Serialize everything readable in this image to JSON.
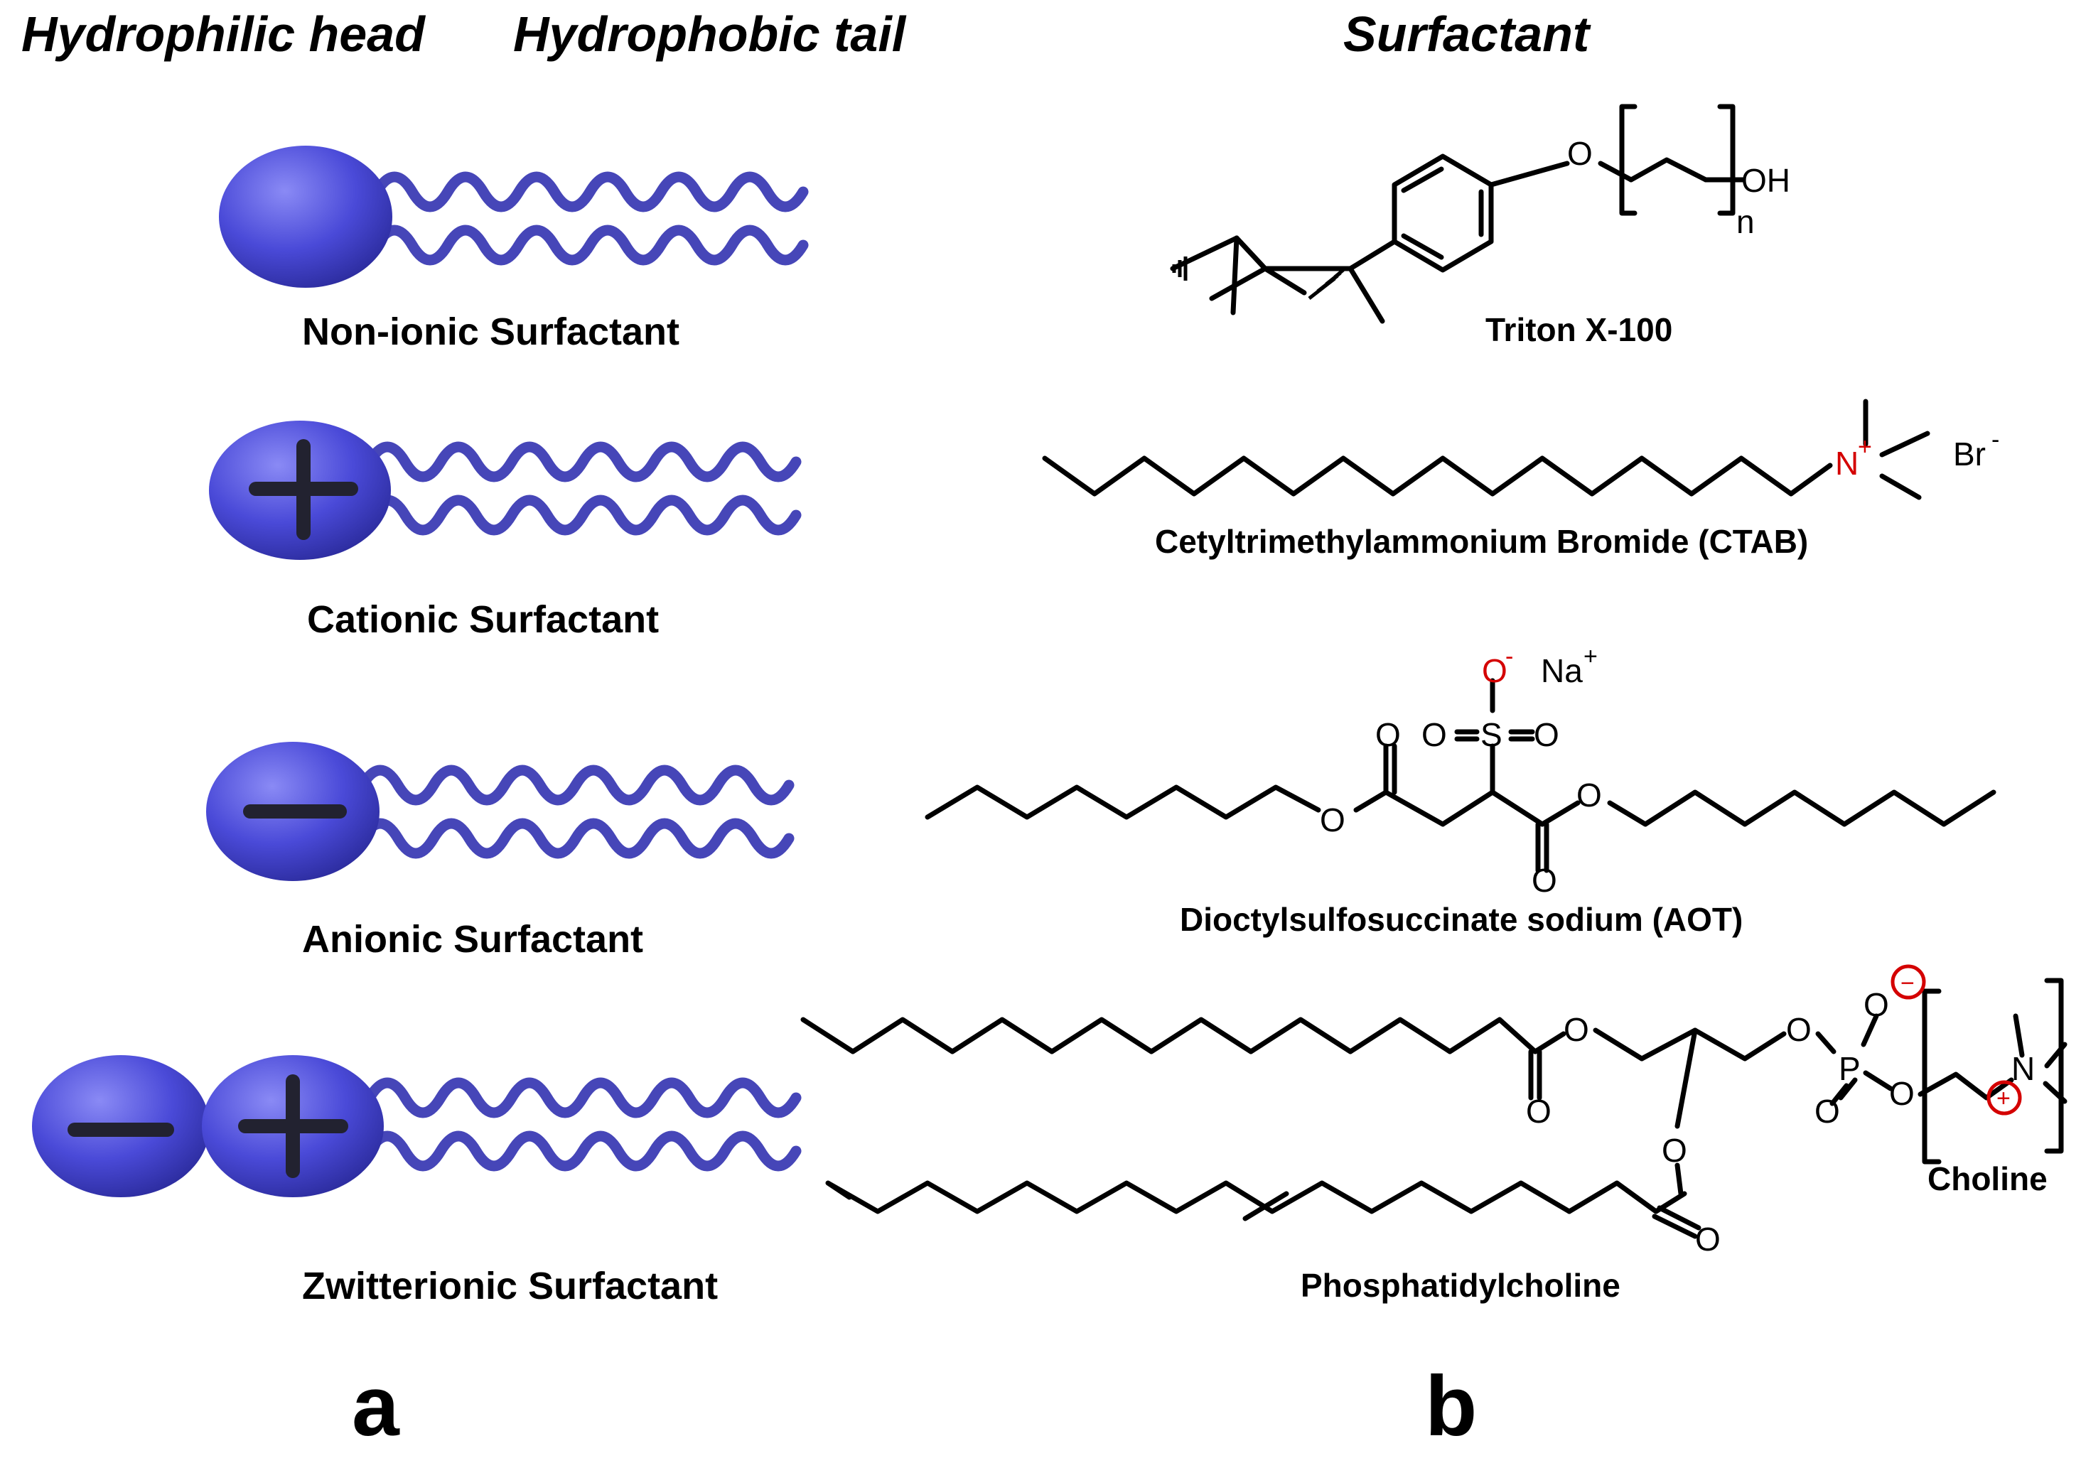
{
  "headers": {
    "head": "Hydrophilic head",
    "tail": "Hydrophobic tail",
    "surfactant": "Surfactant"
  },
  "panels": {
    "a": "a",
    "b": "b"
  },
  "surfactant_types": [
    {
      "caption": "Non-ionic Surfactant",
      "head_signs": []
    },
    {
      "caption": "Cationic Surfactant",
      "head_signs": [
        "+"
      ]
    },
    {
      "caption": "Anionic Surfactant",
      "head_signs": [
        "-"
      ]
    },
    {
      "caption": "Zwitterionic Surfactant",
      "head_signs": [
        "-",
        "+"
      ]
    }
  ],
  "molecules": {
    "triton": {
      "name": "Triton X-100",
      "O": "O",
      "OH": "OH",
      "n": "n"
    },
    "ctab": {
      "name": "Cetyltrimethylammonium Bromide (CTAB)",
      "N": "N",
      "N_charge": "+",
      "Br": "Br",
      "Br_charge": "-"
    },
    "aot": {
      "name": "Dioctylsulfosuccinate sodium (AOT)",
      "O": "O",
      "O_charge": "-",
      "S": "S",
      "Na": "Na",
      "Na_charge": "+"
    },
    "pc": {
      "name": "Phosphatidylcholine",
      "choline": "Choline",
      "O": "O",
      "P": "P",
      "N": "N",
      "minus": "−",
      "plus": "+"
    }
  },
  "colors": {
    "head": "#4a4ad8",
    "tail": "#4646b8",
    "charge_red": "#d40000"
  }
}
